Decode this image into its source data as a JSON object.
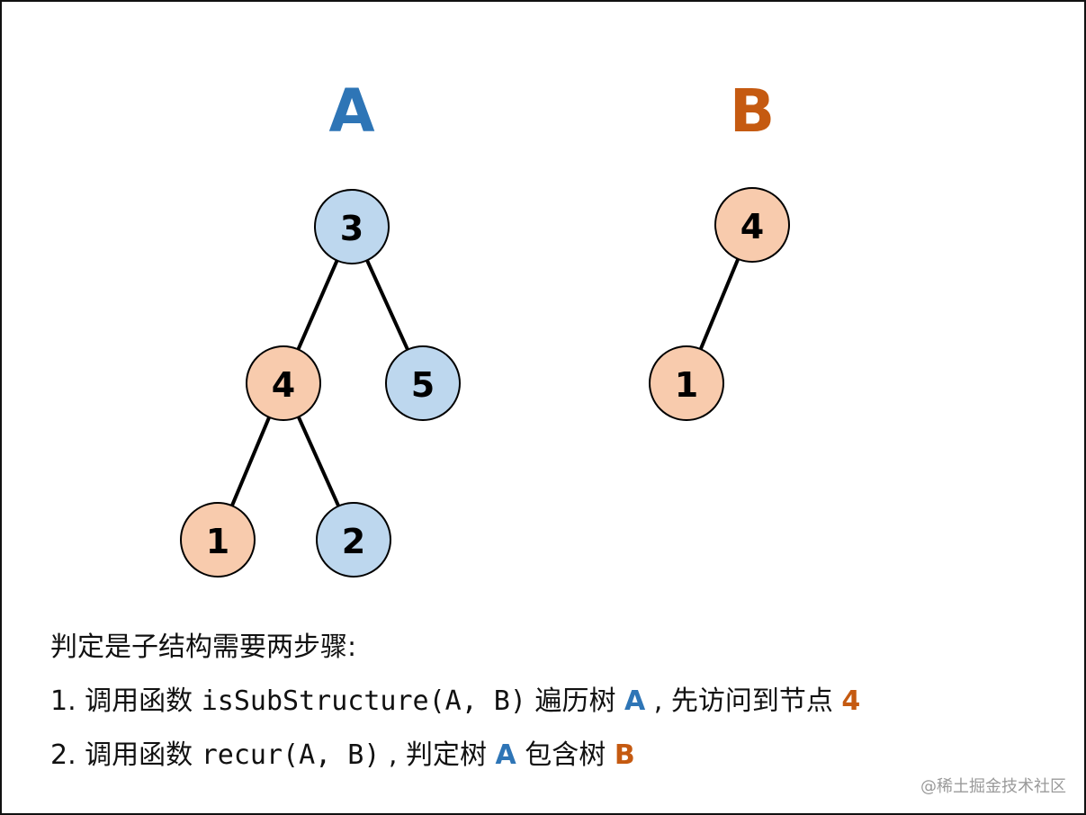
{
  "colors": {
    "blue_text": "#2e75b6",
    "orange_text": "#c55a11",
    "blue_node": "#bdd7ee",
    "orange_node": "#f8cbad",
    "edge": "#000000"
  },
  "trees": [
    {
      "title": "A",
      "color_key": "blue_text",
      "nodes": [
        {
          "id": "a3",
          "label": "3",
          "fill_key": "blue_node"
        },
        {
          "id": "a4",
          "label": "4",
          "fill_key": "orange_node"
        },
        {
          "id": "a5",
          "label": "5",
          "fill_key": "blue_node"
        },
        {
          "id": "a1",
          "label": "1",
          "fill_key": "orange_node"
        },
        {
          "id": "a2",
          "label": "2",
          "fill_key": "blue_node"
        }
      ],
      "edges": [
        [
          "a3",
          "a4"
        ],
        [
          "a3",
          "a5"
        ],
        [
          "a4",
          "a1"
        ],
        [
          "a4",
          "a2"
        ]
      ]
    },
    {
      "title": "B",
      "color_key": "orange_text",
      "nodes": [
        {
          "id": "b4",
          "label": "4",
          "fill_key": "orange_node"
        },
        {
          "id": "b1",
          "label": "1",
          "fill_key": "orange_node"
        }
      ],
      "edges": [
        [
          "b4",
          "b1"
        ]
      ]
    }
  ],
  "text": {
    "heading": "判定是子结构需要两步骤:",
    "step1": {
      "prefix": "1. 调用函数 ",
      "code": "isSubStructure(A, B)",
      "middle": " 遍历树 ",
      "tree_a": "A",
      "after_a": " , 先访问到节点 ",
      "node": "4"
    },
    "step2": {
      "prefix": "2. 调用函数 ",
      "code": "recur(A, B)",
      "middle": " , 判定树 ",
      "tree_a": "A",
      "after_a": " 包含树 ",
      "tree_b": "B"
    }
  },
  "watermark": "@稀土掘金技术社区"
}
